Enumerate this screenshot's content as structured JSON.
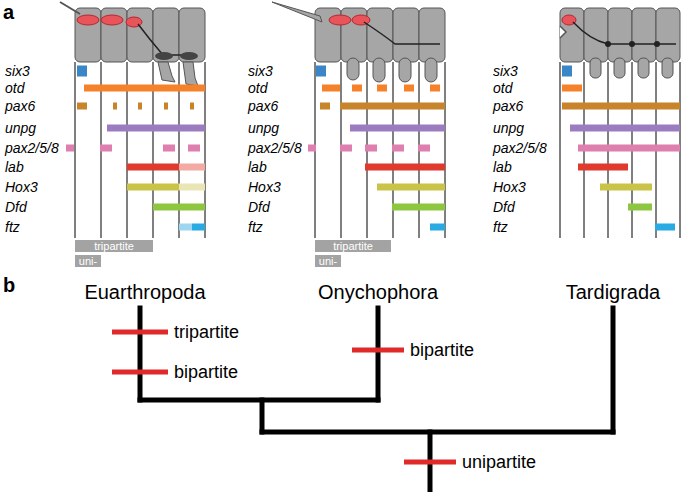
{
  "diagram": {
    "nodes": [
      {
        "text": [
          "tripartite"
        ]
      },
      {
        "text": [
          "uni-"
        ]
      },
      {
        "text": [
          "tripartite"
        ]
      },
      {
        "text": [
          "uni-"
        ]
      }
    ],
    "labels": [
      "a",
      "six3",
      "otd",
      "pax6",
      "unpg",
      "pax2/5/8",
      "lab",
      "Hox3",
      "Dfd",
      "ftz",
      "six3",
      "otd",
      "pax6",
      "unpg",
      "pax2/5/8",
      "lab",
      "Hox3",
      "Dfd",
      "ftz",
      "six3",
      "otd",
      "pax6",
      "unpg",
      "pax2/5/8",
      "lab",
      "Hox3",
      "Dfd",
      "ftz",
      "b",
      "Euarthropoda",
      "Onychophora",
      "Tardigrada",
      "tripartite",
      "bipartite",
      "bipartite",
      "unipartite"
    ]
  }
}
